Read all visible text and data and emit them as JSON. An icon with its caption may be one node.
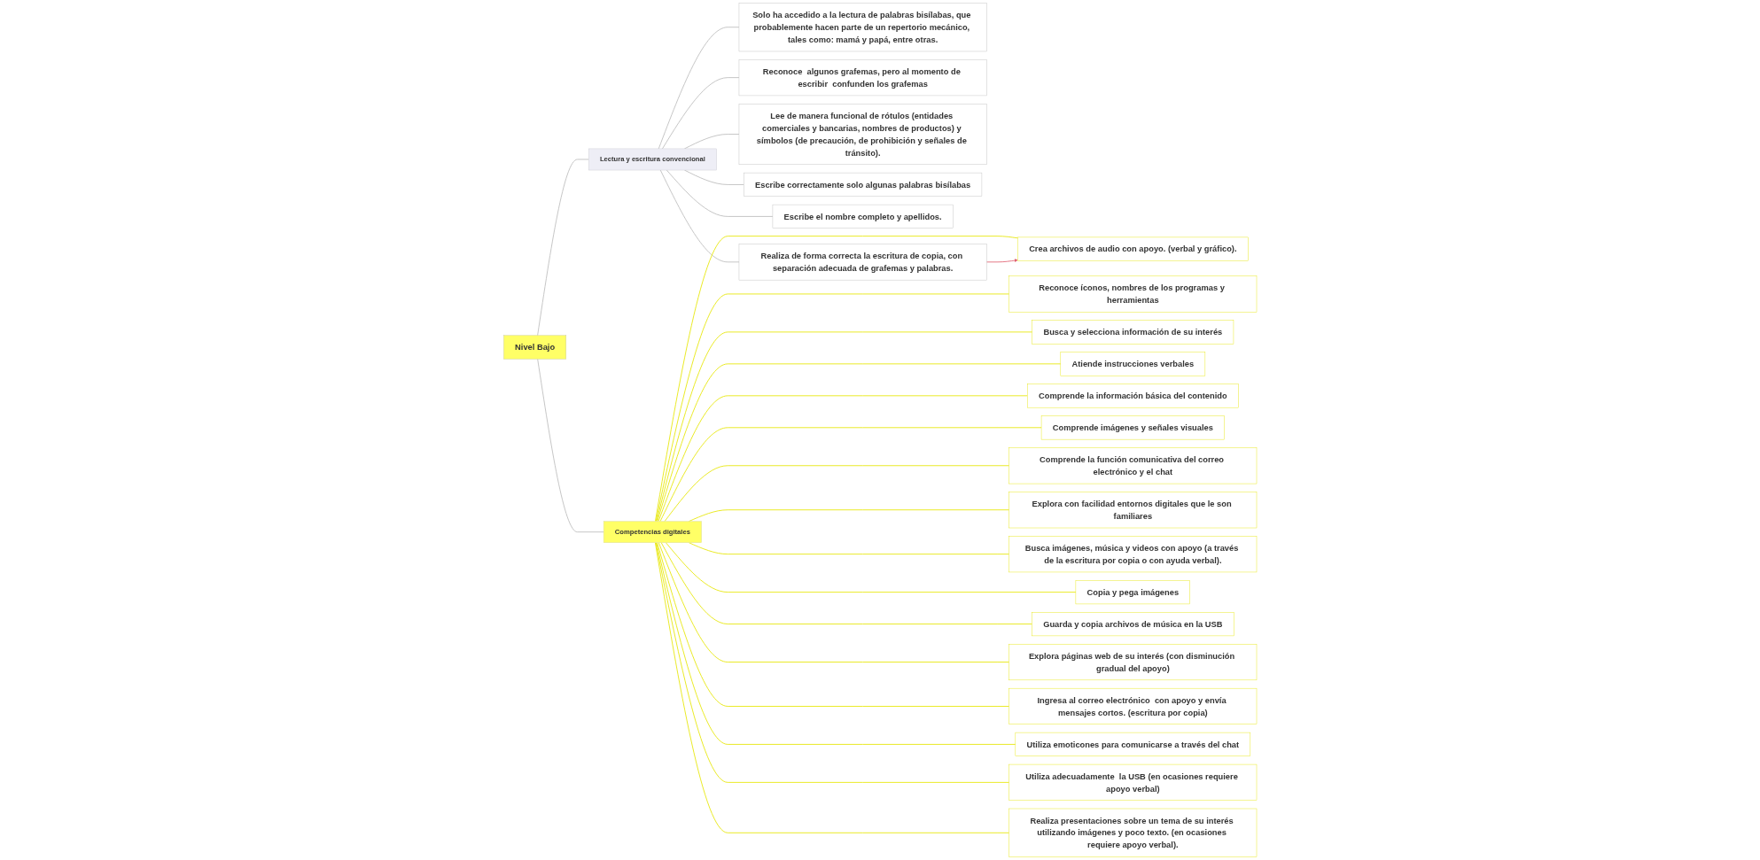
{
  "diagram": {
    "nodes": [
      {
        "text": [
          "Nivel Bajo"
        ]
      },
      {
        "text": [
          "Lectura y escritura convencional"
        ]
      },
      {
        "text": [
          "Competencias digitales"
        ]
      },
      {
        "text": [
          "Solo ha accedido a la lectura de palabras bisílabas, que probablemente hacen parte de un repertorio mecánico, tales como: mamá y papá, entre otras."
        ]
      },
      {
        "text": [
          "Reconoce  algunos grafemas, pero al momento de escribir  confunden los grafemas"
        ]
      },
      {
        "text": [
          "Lee de manera funcional de rótulos (entidades comerciales y bancarias, nombres de productos) y símbolos (de precaución, de prohibición y señales de tránsito)."
        ]
      },
      {
        "text": [
          "Escribe correctamente solo algunas palabras bisílabas"
        ]
      },
      {
        "text": [
          "Escribe el nombre completo y apellidos."
        ]
      },
      {
        "text": [
          "Realiza de forma correcta la escritura de copia, con separación adecuada de grafemas y palabras."
        ]
      },
      {
        "text": [
          "Reconoce íconos, nombres de los programas y herramientas"
        ]
      },
      {
        "text": [
          "Busca y selecciona información de su interés"
        ]
      },
      {
        "text": [
          "Atiende instrucciones verbales"
        ]
      },
      {
        "text": [
          "Comprende la información básica del contenido"
        ]
      },
      {
        "text": [
          "Comprende imágenes y señales visuales"
        ]
      },
      {
        "text": [
          "Comprende la función comunicativa del correo electrónico y el chat"
        ]
      },
      {
        "text": [
          "Explora con facilidad entornos digitales que le son familiares"
        ]
      },
      {
        "text": [
          "Busca imágenes, música y videos con apoyo (a través de la escritura por copia o con ayuda verbal)."
        ]
      },
      {
        "text": [
          "Copia y pega imágenes"
        ]
      },
      {
        "text": [
          "Guarda y copia archivos de música en la USB"
        ]
      },
      {
        "text": [
          "Explora páginas web de su interés (con disminución gradual del apoyo)"
        ]
      },
      {
        "text": [
          "Ingresa al correo electrónico  con apoyo y envía mensajes cortos. (escritura por copia)"
        ]
      },
      {
        "text": [
          "Utiliza emoticones para comunicarse a través del chat"
        ]
      },
      {
        "text": [
          "Utiliza adecuadamente  la USB (en ocasiones requiere apoyo verbal)"
        ]
      },
      {
        "text": [
          "Realiza presentaciones sobre un tema de su interés utilizando imágenes y poco texto. (en ocasiones requiere apoyo verbal)."
        ]
      },
      {
        "text": [
          "Crea archivos de audio con apoyo. (verbal y gráfico)."
        ]
      }
    ],
    "edges": [
      {
        "from": 0,
        "to": 1,
        "arrow": "none",
        "color": "#bbbbbb"
      },
      {
        "from": 0,
        "to": 2,
        "arrow": "none",
        "color": "#bbbbbb"
      },
      {
        "from": 1,
        "to": 3,
        "arrow": "none",
        "color": "#bbbbbb"
      },
      {
        "from": 1,
        "to": 4,
        "arrow": "none",
        "color": "#bbbbbb"
      },
      {
        "from": 1,
        "to": 5,
        "arrow": "none",
        "color": "#bbbbbb"
      },
      {
        "from": 1,
        "to": 6,
        "arrow": "none",
        "color": "#bbbbbb"
      },
      {
        "from": 1,
        "to": 7,
        "arrow": "none",
        "color": "#bbbbbb"
      },
      {
        "from": 1,
        "to": 8,
        "arrow": "none",
        "color": "#bbbbbb"
      },
      {
        "from": 2,
        "to": 9,
        "arrow": "none"
      },
      {
        "from": 2,
        "to": 10,
        "arrow": "none"
      },
      {
        "from": 2,
        "to": 11,
        "arrow": "none"
      },
      {
        "from": 2,
        "to": 12,
        "arrow": "none"
      },
      {
        "from": 2,
        "to": 13,
        "arrow": "none"
      },
      {
        "from": 2,
        "to": 14,
        "arrow": "none"
      },
      {
        "from": 2,
        "to": 15,
        "arrow": "none"
      },
      {
        "from": 2,
        "to": 16,
        "arrow": "none"
      },
      {
        "from": 2,
        "to": 17,
        "arrow": "none"
      },
      {
        "from": 2,
        "to": 18,
        "arrow": "none"
      },
      {
        "from": 2,
        "to": 19,
        "arrow": "none"
      },
      {
        "from": 2,
        "to": 20,
        "arrow": "none"
      },
      {
        "from": 2,
        "to": 21,
        "arrow": "none"
      },
      {
        "from": 2,
        "to": 22,
        "arrow": "none"
      },
      {
        "from": 2,
        "to": 23,
        "arrow": "none"
      },
      {
        "from": 2,
        "to": 24,
        "arrow": "none"
      },
      {
        "from": 8,
        "to": 24,
        "arrow": "to",
        "color": "#e06070"
      }
    ]
  }
}
